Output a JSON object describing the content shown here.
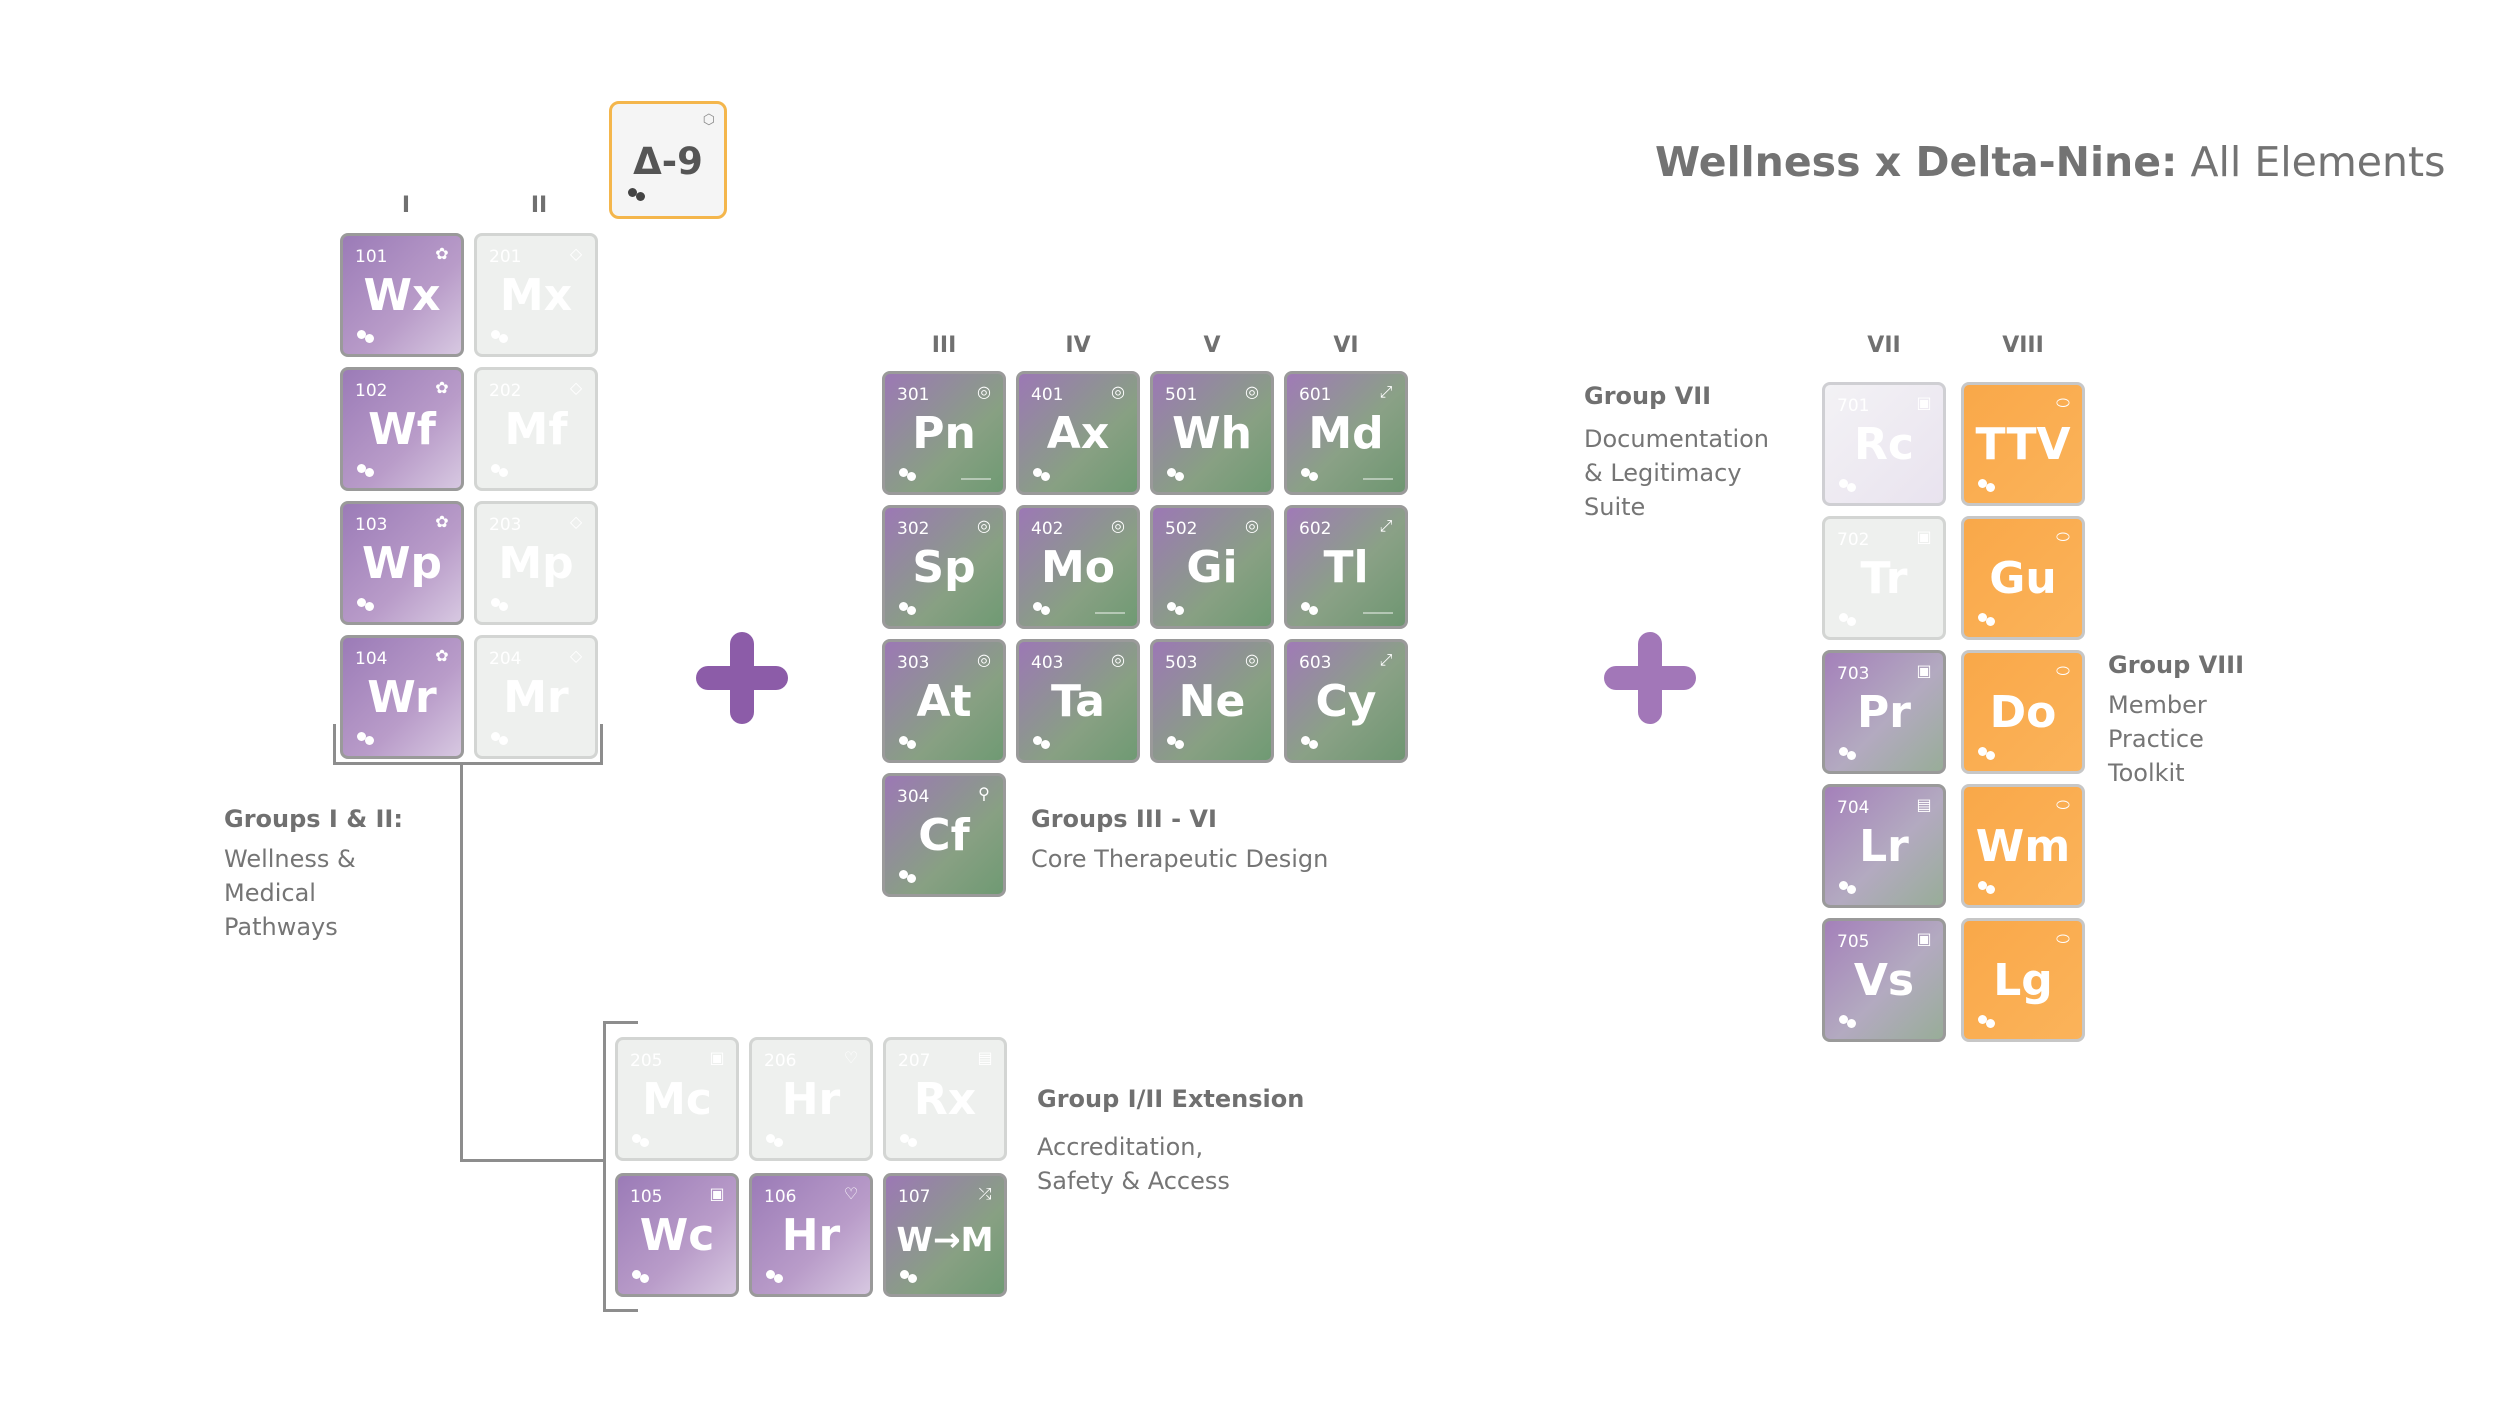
{
  "title": {
    "bold": "Wellness x Delta-Nine:",
    "light": " All Elements"
  },
  "delta_tile": {
    "symbol": "Δ-9"
  },
  "columns": {
    "c1": "I",
    "c2": "II",
    "c3": "III",
    "c4": "IV",
    "c5": "V",
    "c6": "VI",
    "c7": "VII",
    "c8": "VIII"
  },
  "tiles": {
    "t101": {
      "num": "101",
      "sym": "Wx"
    },
    "t201": {
      "num": "201",
      "sym": "Mx"
    },
    "t102": {
      "num": "102",
      "sym": "Wf"
    },
    "t202": {
      "num": "202",
      "sym": "Mf"
    },
    "t103": {
      "num": "103",
      "sym": "Wp"
    },
    "t203": {
      "num": "203",
      "sym": "Mp"
    },
    "t104": {
      "num": "104",
      "sym": "Wr"
    },
    "t204": {
      "num": "204",
      "sym": "Mr"
    },
    "t301": {
      "num": "301",
      "sym": "Pn"
    },
    "t401": {
      "num": "401",
      "sym": "Ax"
    },
    "t501": {
      "num": "501",
      "sym": "Wh"
    },
    "t601": {
      "num": "601",
      "sym": "Md"
    },
    "t302": {
      "num": "302",
      "sym": "Sp"
    },
    "t402": {
      "num": "402",
      "sym": "Mo"
    },
    "t502": {
      "num": "502",
      "sym": "Gi"
    },
    "t602": {
      "num": "602",
      "sym": "Tl"
    },
    "t303": {
      "num": "303",
      "sym": "At"
    },
    "t403": {
      "num": "403",
      "sym": "Ta"
    },
    "t503": {
      "num": "503",
      "sym": "Ne"
    },
    "t603": {
      "num": "603",
      "sym": "Cy"
    },
    "t304": {
      "num": "304",
      "sym": "Cf"
    },
    "t701": {
      "num": "701",
      "sym": "Rc"
    },
    "t702": {
      "num": "702",
      "sym": "Tr"
    },
    "t703": {
      "num": "703",
      "sym": "Pr"
    },
    "t704": {
      "num": "704",
      "sym": "Lr"
    },
    "t705": {
      "num": "705",
      "sym": "Vs"
    },
    "t801": {
      "num": "",
      "sym": "TTV"
    },
    "t802": {
      "num": "",
      "sym": "Gu"
    },
    "t803": {
      "num": "",
      "sym": "Do"
    },
    "t804": {
      "num": "",
      "sym": "Wm"
    },
    "t805": {
      "num": "",
      "sym": "Lg"
    },
    "t205": {
      "num": "205",
      "sym": "Mc"
    },
    "t206": {
      "num": "206",
      "sym": "Hr"
    },
    "t207": {
      "num": "207",
      "sym": "Rx"
    },
    "t105": {
      "num": "105",
      "sym": "Wc"
    },
    "t106": {
      "num": "106",
      "sym": "Hr"
    },
    "t107": {
      "num": "107",
      "sym": "W→M"
    }
  },
  "groups": {
    "g12": {
      "head": "Groups I & II:",
      "l1": "Wellness &",
      "l2": "Medical",
      "l3": "Pathways"
    },
    "g36": {
      "head": "Groups III - VI",
      "l1": "Core Therapeutic Design"
    },
    "g7": {
      "head": "Group VII",
      "l1": "Documentation",
      "l2": "& Legitimacy",
      "l3": "Suite"
    },
    "g8": {
      "head": "Group VIII",
      "l1": "Member",
      "l2": "Practice",
      "l3": "Toolkit"
    },
    "gext": {
      "head": "Group I/II Extension",
      "l1": "Accreditation,",
      "l2": "Safety & Access"
    }
  },
  "colors": {
    "purple": "#9b7bb7",
    "green": "#6f9a73",
    "orange": "#f9a849",
    "plus": "#8c5ca8",
    "delta_border": "#f4b64c"
  },
  "icons": [
    "lotus-icon",
    "diamond-icon",
    "target-icon",
    "expand-icon",
    "search-icon",
    "calendar-icon",
    "heart-icon",
    "shuffle-icon",
    "pill-icon",
    "plus-icon"
  ]
}
